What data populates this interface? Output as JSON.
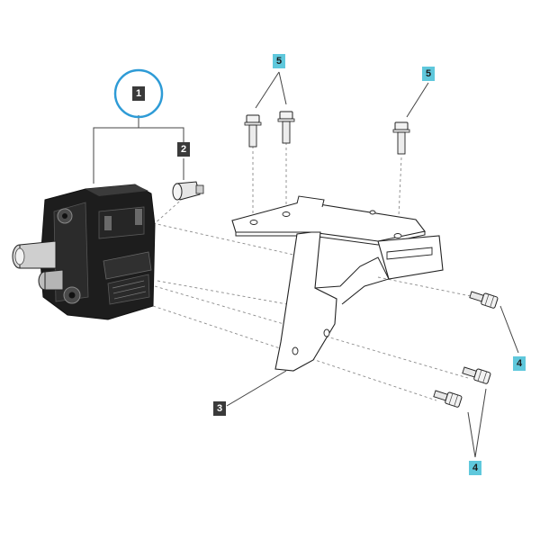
{
  "callouts": {
    "c1": "1",
    "c2": "2",
    "c3": "3",
    "c4a": "4",
    "c4b": "4",
    "c5a": "5",
    "c5b": "5"
  },
  "colors": {
    "highlight_circle": "#2e9bd6",
    "callout_dark": "#3a3a3a",
    "callout_cyan": "#5fc8dc",
    "part_body": "#1a1a1a",
    "outline": "#222222"
  },
  "icons": [
    "pump-assembly",
    "plug",
    "mounting-bracket",
    "bolt"
  ]
}
